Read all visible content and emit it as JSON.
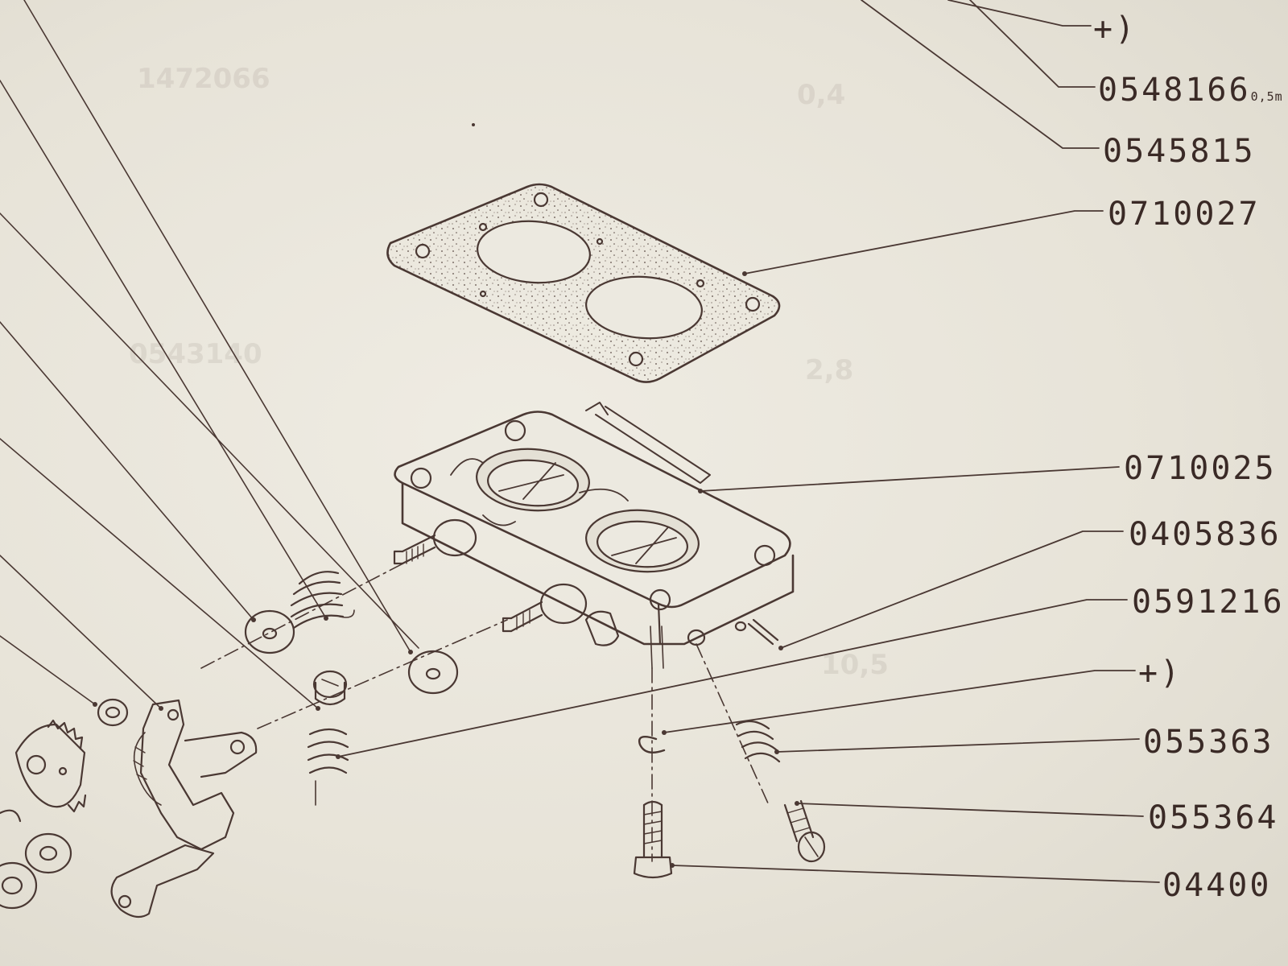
{
  "callouts": [
    {
      "id": "plus-top",
      "text": "+)"
    },
    {
      "id": "0548166",
      "text": "0548166",
      "sub": "0,5m"
    },
    {
      "id": "0545815",
      "text": "0545815"
    },
    {
      "id": "0710027",
      "text": "0710027"
    },
    {
      "id": "0710025",
      "text": "0710025"
    },
    {
      "id": "0405836",
      "text": "0405836"
    },
    {
      "id": "0591216",
      "text": "0591216"
    },
    {
      "id": "plus-mid",
      "text": "+)"
    },
    {
      "id": "0553631",
      "text": "055363"
    },
    {
      "id": "055364",
      "text": "055364"
    },
    {
      "id": "044400",
      "text": "04400"
    }
  ],
  "bleed_through": [
    "1472066",
    "0,4",
    "2,8",
    "0543140",
    "10,5"
  ],
  "colors": {
    "paper": "#e9e6dc",
    "ink": "#3a2a26",
    "line": "#4a3833"
  },
  "icons": [
    "gasket-icon",
    "carburetor-base-icon",
    "screw-icon",
    "spring-icon",
    "washer-icon",
    "lever-icon"
  ]
}
